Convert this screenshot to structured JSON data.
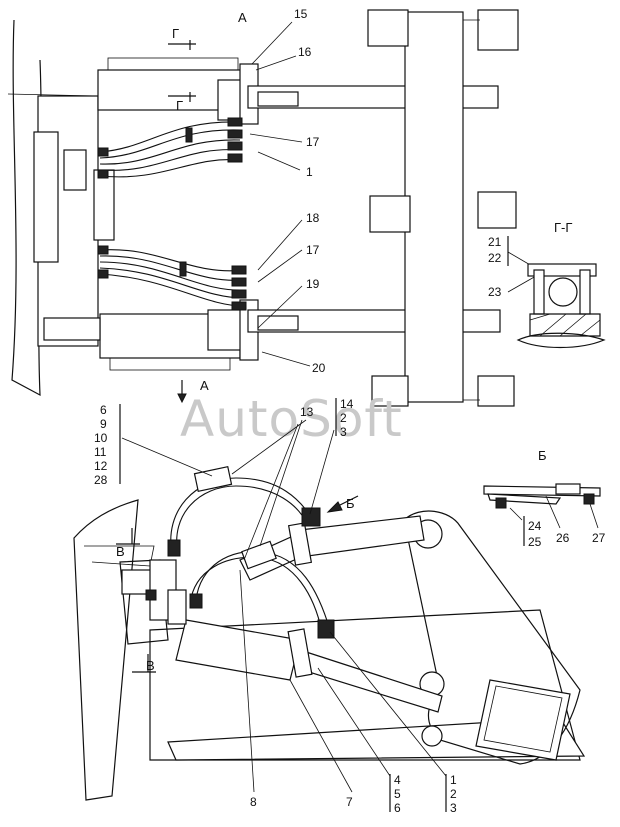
{
  "views": {
    "a_top": "А",
    "section_mark_left": "Г",
    "section_mark_bottom": "Г",
    "section_title": "Г-Г",
    "arrow_a": "А",
    "view_b_title": "Б",
    "arrow_b": "Б",
    "mark_v_top": "В",
    "mark_v_bottom": "В"
  },
  "watermark": "AutoSoft",
  "callouts": {
    "c15": "15",
    "c16": "16",
    "c17a": "17",
    "c1": "1",
    "c18": "18",
    "c17b": "17",
    "c19": "19",
    "c20": "20",
    "c21": "21",
    "c22": "22",
    "c23": "23",
    "c24": "24",
    "c25": "25",
    "c26": "26",
    "c27": "27",
    "c13": "13",
    "c7": "7",
    "c8": "8"
  },
  "stacks": {
    "left": [
      "6",
      "9",
      "10",
      "11",
      "12",
      "28"
    ],
    "s14": [
      "14",
      "2",
      "3"
    ],
    "s456": [
      "4",
      "5",
      "6"
    ],
    "s123": [
      "1",
      "2",
      "3"
    ]
  }
}
